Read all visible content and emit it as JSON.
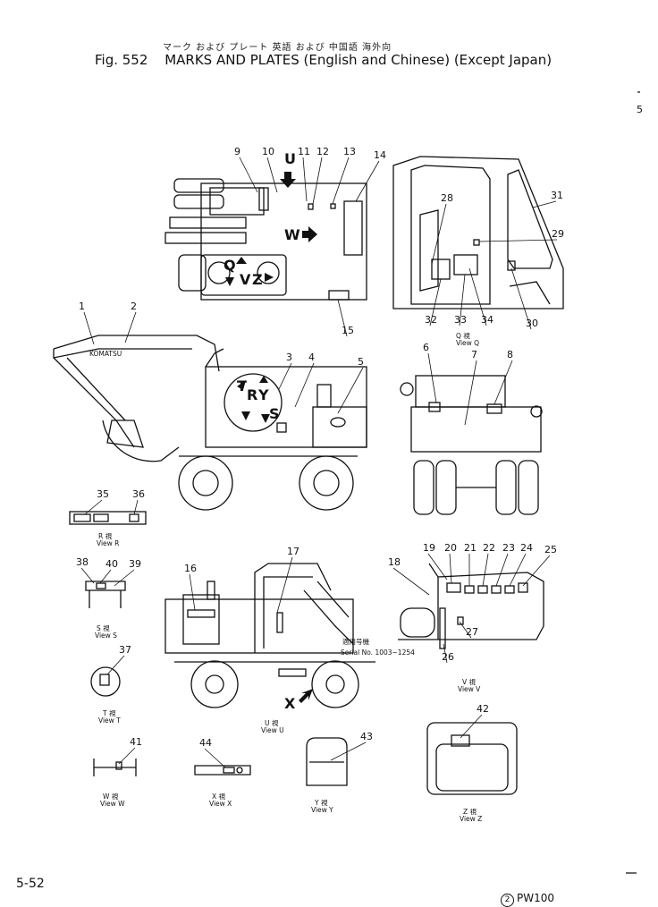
{
  "header": {
    "japanese_title": "マーク および プレート 英語 および 中国語 海外向",
    "figure_number": "Fig. 552",
    "title": "MARKS AND PLATES (English and Chinese) (Except Japan)"
  },
  "callouts": [
    "1",
    "2",
    "3",
    "4",
    "5",
    "6",
    "7",
    "8",
    "9",
    "10",
    "11",
    "12",
    "13",
    "14",
    "15",
    "16",
    "17",
    "18",
    "19",
    "20",
    "21",
    "22",
    "23",
    "24",
    "25",
    "26",
    "27",
    "28",
    "29",
    "30",
    "31",
    "32",
    "33",
    "34",
    "35",
    "36",
    "37",
    "38",
    "39",
    "40",
    "41",
    "42",
    "43",
    "44"
  ],
  "view_letters": {
    "q": "Q",
    "r": "R",
    "s": "S",
    "t": "T",
    "u": "U",
    "v": "V",
    "w": "W",
    "x": "X",
    "y": "Y",
    "z": "Z"
  },
  "views": {
    "q": {
      "jp": "Q 視",
      "en": "View Q"
    },
    "r": {
      "jp": "R 視",
      "en": "View R"
    },
    "s": {
      "jp": "S 視",
      "en": "View S"
    },
    "t": {
      "jp": "T 視",
      "en": "View T"
    },
    "u": {
      "jp": "U 視",
      "en": "View U"
    },
    "v": {
      "jp": "V 視",
      "en": "View V"
    },
    "w": {
      "jp": "W 視",
      "en": "View W"
    },
    "x": {
      "jp": "X 視",
      "en": "View X"
    },
    "y": {
      "jp": "Y 視",
      "en": "View Y"
    },
    "z": {
      "jp": "Z 視",
      "en": "View Z"
    }
  },
  "serial": {
    "jp": "適用号機",
    "text": "Serial No. 1003~1254"
  },
  "boom_text": "KOMATSU",
  "footer": {
    "page": "5-52",
    "revision": "2",
    "model": "PW100"
  },
  "margin_mark": "5"
}
